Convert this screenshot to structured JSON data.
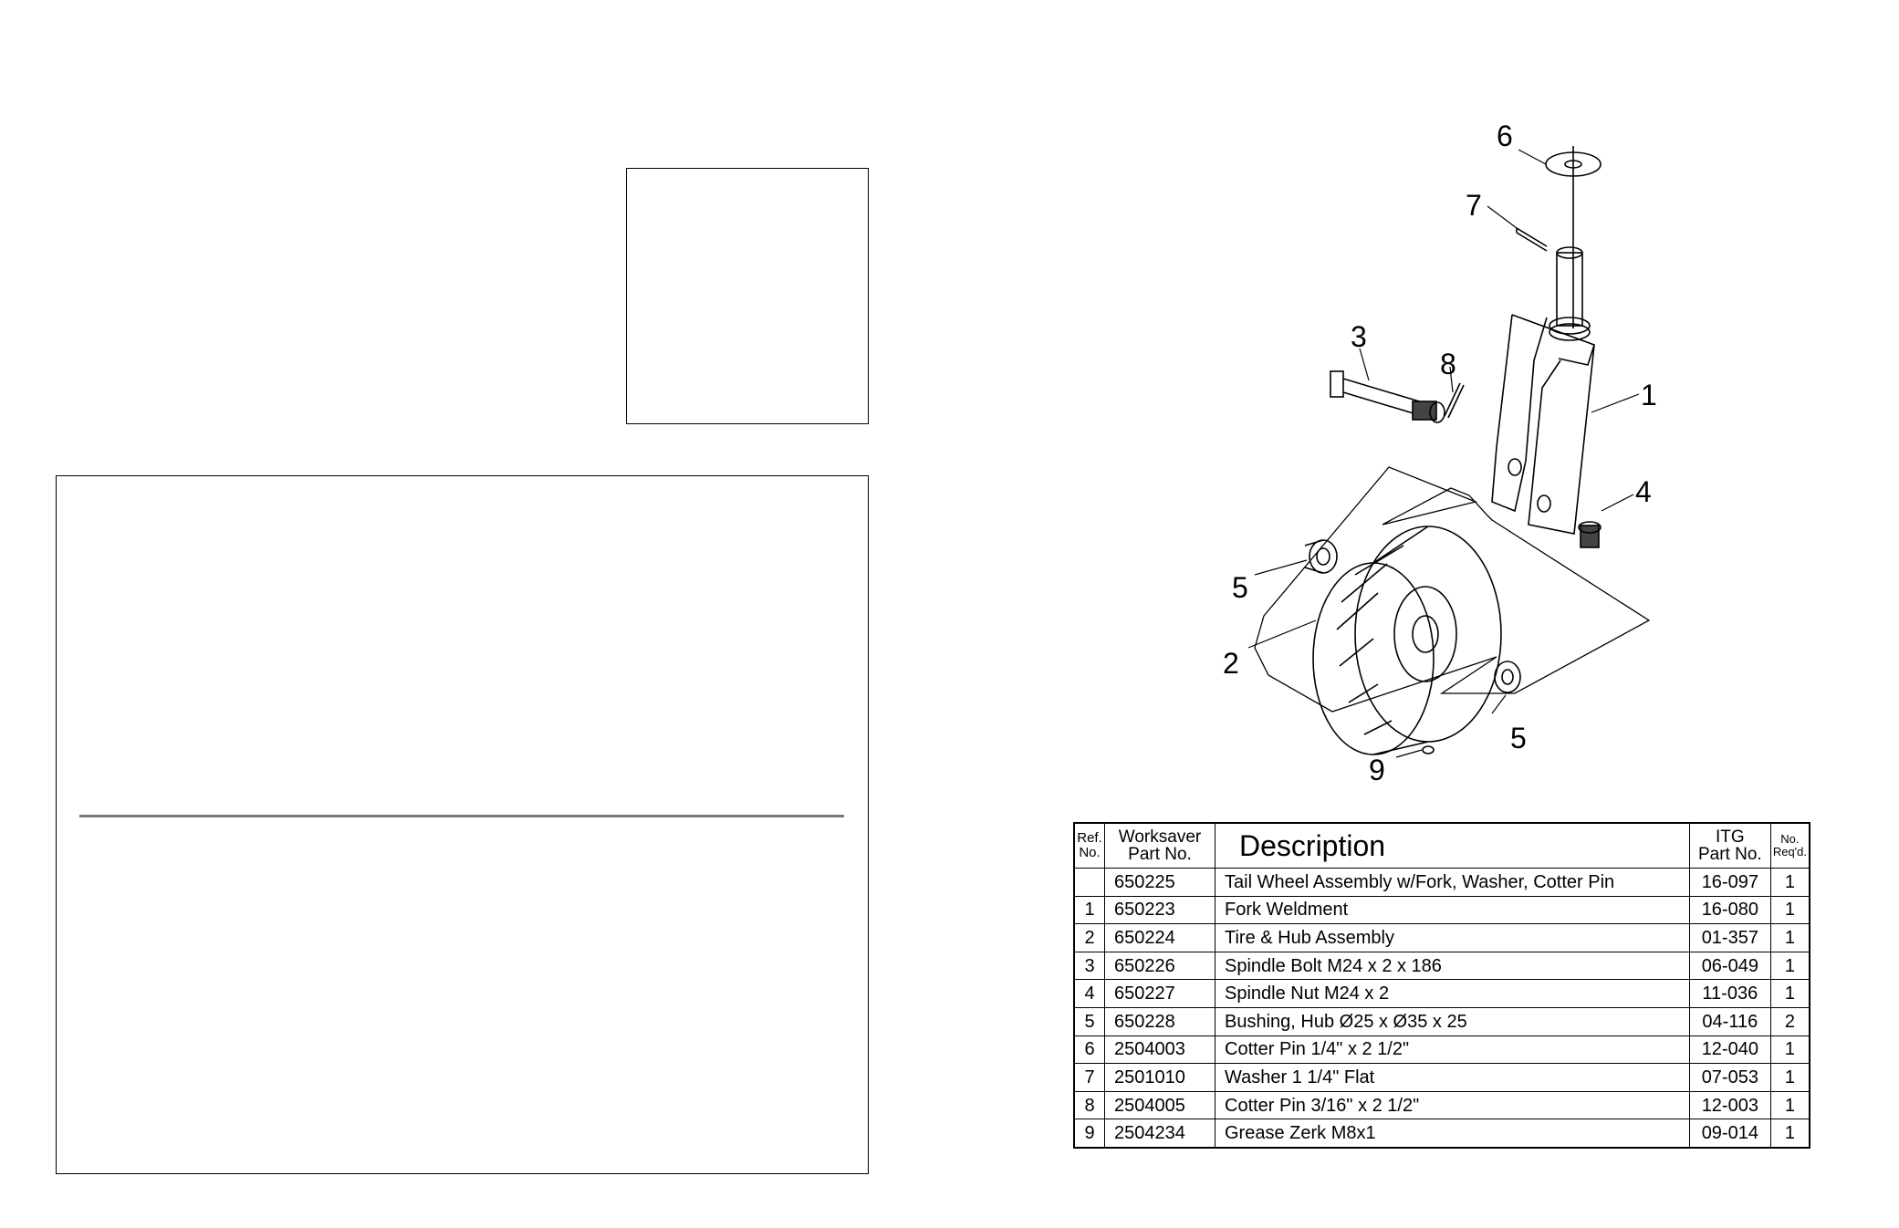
{
  "diagram": {
    "callouts": [
      "1",
      "2",
      "3",
      "4",
      "5",
      "5",
      "6",
      "7",
      "8",
      "9"
    ]
  },
  "parts_table": {
    "headers": {
      "ref": [
        "Ref.",
        "No."
      ],
      "worksaver": [
        "Worksaver",
        "Part No."
      ],
      "description": "Description",
      "itg": [
        "ITG",
        "Part No."
      ],
      "qty": [
        "No.",
        "Req'd."
      ]
    },
    "rows": [
      {
        "ref": "",
        "worksaver": "650225",
        "description": "Tail Wheel Assembly w/Fork, Washer, Cotter Pin",
        "itg": "16-097",
        "qty": "1"
      },
      {
        "ref": "1",
        "worksaver": "650223",
        "description": "Fork Weldment",
        "itg": "16-080",
        "qty": "1"
      },
      {
        "ref": "2",
        "worksaver": "650224",
        "description": "Tire & Hub Assembly",
        "itg": "01-357",
        "qty": "1"
      },
      {
        "ref": "3",
        "worksaver": "650226",
        "description": "Spindle Bolt M24 x 2 x 186",
        "itg": "06-049",
        "qty": "1"
      },
      {
        "ref": "4",
        "worksaver": "650227",
        "description": "Spindle Nut M24 x 2",
        "itg": "11-036",
        "qty": "1"
      },
      {
        "ref": "5",
        "worksaver": "650228",
        "description": "Bushing, Hub Ø25 x Ø35 x 25",
        "itg": "04-116",
        "qty": "2"
      },
      {
        "ref": "6",
        "worksaver": "2504003",
        "description": "Cotter Pin 1/4\" x 2 1/2\"",
        "itg": "12-040",
        "qty": "1"
      },
      {
        "ref": "7",
        "worksaver": "2501010",
        "description": "Washer 1 1/4\" Flat",
        "itg": "07-053",
        "qty": "1"
      },
      {
        "ref": "8",
        "worksaver": "2504005",
        "description": "Cotter Pin 3/16\" x 2 1/2\"",
        "itg": "12-003",
        "qty": "1"
      },
      {
        "ref": "9",
        "worksaver": "2504234",
        "description": "Grease Zerk M8x1",
        "itg": "09-014",
        "qty": "1"
      }
    ]
  }
}
